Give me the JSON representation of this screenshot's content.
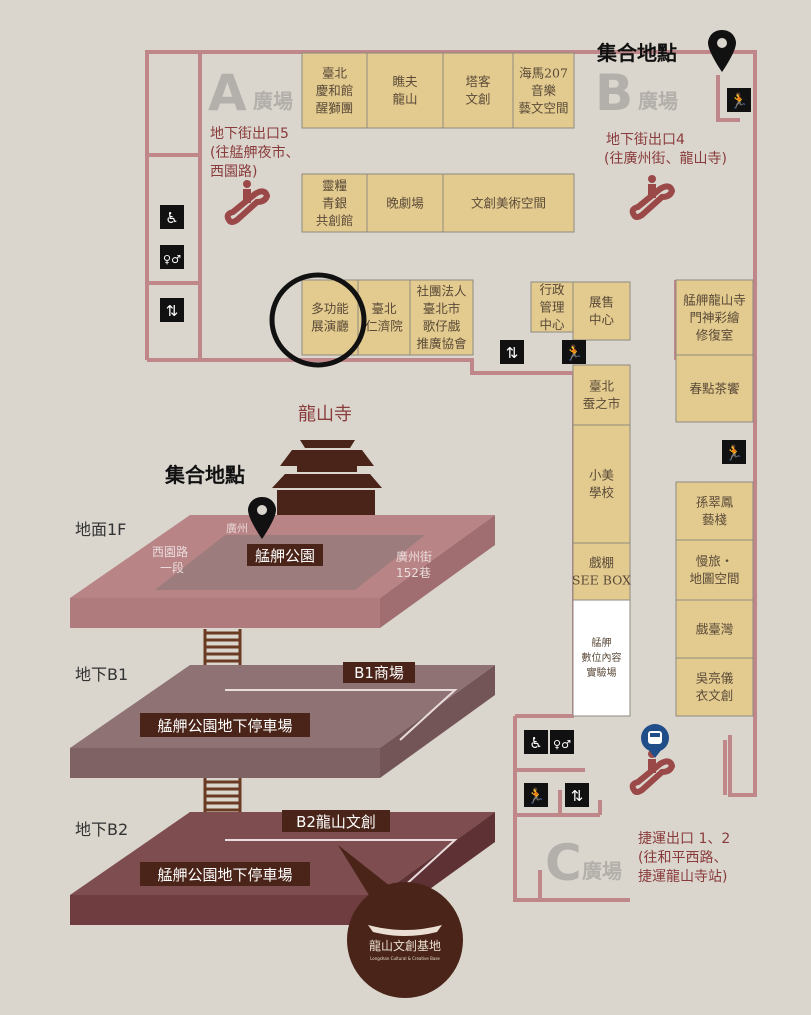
{
  "meeting_point_label": "集合地點",
  "plazas": {
    "a": {
      "letter": "A",
      "word": "廣場"
    },
    "b": {
      "letter": "B",
      "word": "廣場"
    },
    "c": {
      "letter": "C",
      "word": "廣場"
    }
  },
  "exits": {
    "exit5": [
      "地下街出口5",
      "(往艋舺夜市、",
      "西園路)"
    ],
    "exit4": [
      "地下街出口4",
      "(往廣州街、龍山寺)"
    ],
    "mrt": [
      "捷運出口 1、2",
      "(往和平西路、",
      "捷運龍山寺站)"
    ]
  },
  "shops": [
    {
      "lines": [
        "臺北",
        "慶和館",
        "醒獅團"
      ]
    },
    {
      "lines": [
        "瞧夫",
        "龍山"
      ]
    },
    {
      "lines": [
        "塔客",
        "文創"
      ]
    },
    {
      "lines": [
        "海馬207",
        "音樂",
        "藝文空間"
      ]
    },
    {
      "lines": [
        "靈糧",
        "青銀",
        "共創館"
      ]
    },
    {
      "lines": [
        "晚劇場"
      ]
    },
    {
      "lines": [
        "文創美術空間"
      ]
    },
    {
      "lines": [
        "多功能",
        "展演廳"
      ]
    },
    {
      "lines": [
        "臺北",
        "仁濟院"
      ]
    },
    {
      "lines": [
        "社團法人",
        "臺北市",
        "歌仔戲",
        "推廣協會"
      ]
    },
    {
      "lines": [
        "行政",
        "管理",
        "中心"
      ]
    },
    {
      "lines": [
        "展售",
        "中心"
      ]
    },
    {
      "lines": [
        "臺北",
        "蚕之市"
      ]
    },
    {
      "lines": [
        "小美",
        "學校"
      ]
    },
    {
      "lines": [
        "戲棚",
        "SEE BOX"
      ]
    },
    {
      "lines": [
        "艋舺",
        "數位內容",
        "實驗場"
      ]
    },
    {
      "lines": [
        "艋舺龍山寺",
        "門神彩繪",
        "修復室"
      ]
    },
    {
      "lines": [
        "春點茶饗"
      ]
    },
    {
      "lines": [
        "孫翠鳳",
        "藝棧"
      ]
    },
    {
      "lines": [
        "慢旅・",
        "地圖空間"
      ]
    },
    {
      "lines": [
        "戲臺灣"
      ]
    },
    {
      "lines": [
        "吳亮儀",
        "衣文創"
      ]
    }
  ],
  "temple_label": "龍山寺",
  "levels": {
    "ground": {
      "label": "地面1F",
      "park": "艋舺公園",
      "street_top": "廣州",
      "street_left": [
        "西園路",
        "一段"
      ],
      "street_right": [
        "廣州街",
        "152巷"
      ]
    },
    "b1": {
      "label": "地下B1",
      "mall": "B1商場",
      "parking": "艋舺公園地下停車場"
    },
    "b2": {
      "label": "地下B2",
      "culture": "B2龍山文創",
      "parking": "艋舺公園地下停車場"
    }
  },
  "logo": {
    "name": "龍山文創基地",
    "subtitle": "Longshan Cultural & Creative Base"
  },
  "colors": {
    "shop": "#e3cb8f",
    "wall": "#bf878a",
    "text_red": "#8a3c3c",
    "plaza_gray": "#b3b0ab",
    "dark_brown": "#4a2418",
    "mrt_blue": "#1f4e89"
  }
}
